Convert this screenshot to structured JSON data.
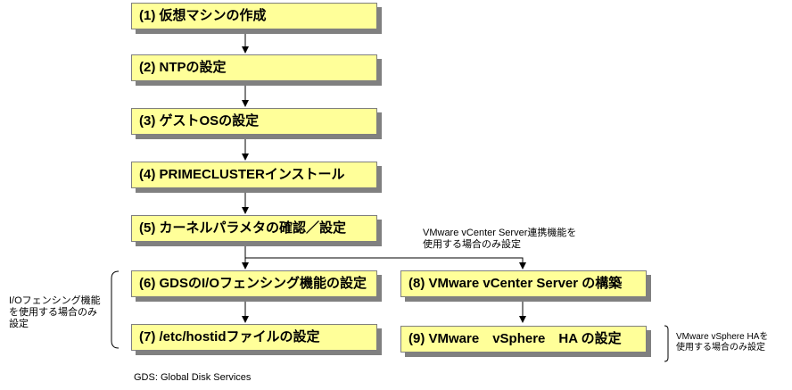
{
  "steps": {
    "s1": "(1) 仮想マシンの作成",
    "s2": "(2) NTPの設定",
    "s3": "(3) ゲストOSの設定",
    "s4": "(4) PRIMECLUSTERインストール",
    "s5": "(5) カーネルパラメタの確認／設定",
    "s6": "(6) GDSのI/Oフェンシング機能の設定",
    "s7": "(7) /etc/hostidファイルの設定",
    "s8": "(8) VMware vCenter Server の構築",
    "s9": "(9) VMware　vSphere　HA の設定"
  },
  "notes": {
    "vcenter_line1": "VMware vCenter Server連携機能を",
    "vcenter_line2": "使用する場合のみ設定",
    "io_line1": "I/Oフェンシング機能",
    "io_line2": "を使用する場合のみ",
    "io_line3": "設定",
    "ha_line1": "VMware vSphere HAを",
    "ha_line2": "使用する場合のみ設定",
    "footnote": "GDS: Global Disk Services"
  }
}
